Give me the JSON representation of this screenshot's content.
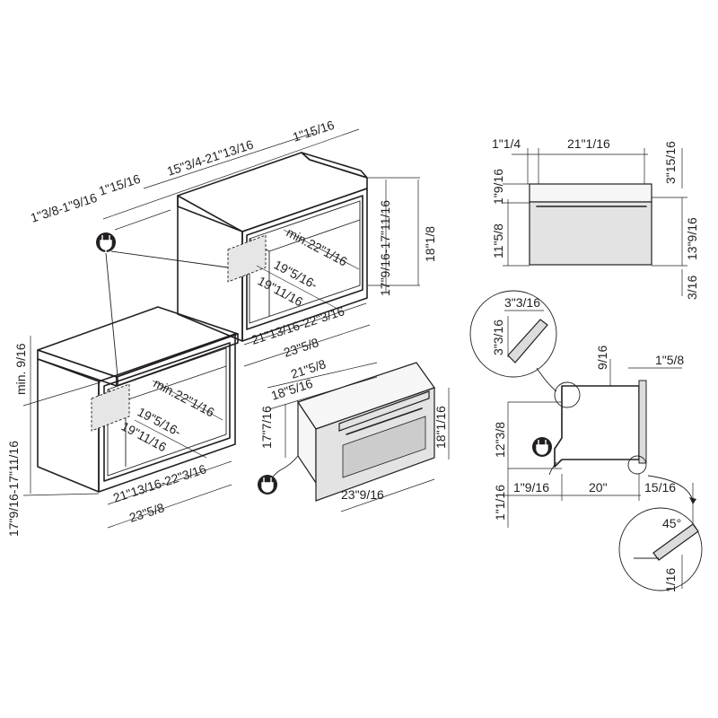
{
  "dimensions": {
    "cab_upper_top_right": "1\"15/16",
    "cab_upper_width_range": "15\"3/4-21\"13/16",
    "cab_upper_left_offset": "1\"15/16",
    "cab_upper_left_range": "1\"3/8-1\"9/16",
    "cab_upper_height_range": "17\"9/16-17\"11/16",
    "cab_upper_height": "18\"1/8",
    "cab_upper_min_depth": "min.22\"1/16",
    "cab_upper_depth_range_a": "19\"5/16-",
    "cab_upper_depth_range_b": "19\"11/16",
    "cab_upper_opening_width": "21\"13/16-22\"3/16",
    "cab_upper_outer_width": "23\"5/8",
    "cab_lower_min": "min. 9/16",
    "cab_lower_height_range": "17\"9/16-17\"11/16",
    "cab_lower_min_depth": "min.22\"1/16",
    "cab_lower_depth_range_a": "19\"5/16-",
    "cab_lower_depth_range_b": "19\"11/16",
    "cab_lower_opening_width": "21\"13/16-22\"3/16",
    "cab_lower_outer_width": "23\"5/8",
    "oven_depth": "21\"5/8",
    "oven_inner_depth": "18\"5/16",
    "oven_body_height": "17\"7/16",
    "oven_front_height": "18\"1/16",
    "oven_front_width": "23\"9/16",
    "top_left_offset": "1\"1/4",
    "top_width": "21\"1/16",
    "top_right_height": "3\"15/16",
    "front_top_band": "1\"9/16",
    "front_body_height": "11\"5/8",
    "front_total_height": "13\"9/16",
    "front_bottom_gap": "3/16",
    "detail_width": "3\"3/16",
    "detail_height": "3\"3/16",
    "side_top_gap": "9/16",
    "side_door_offset": "1\"5/8",
    "side_height": "12\"3/8",
    "side_bottom": "1\"1/16",
    "side_foot": "1\"9/16",
    "side_depth": "20\"",
    "side_door": "15/16",
    "angle": "45°",
    "angle_gap": "1/16"
  }
}
